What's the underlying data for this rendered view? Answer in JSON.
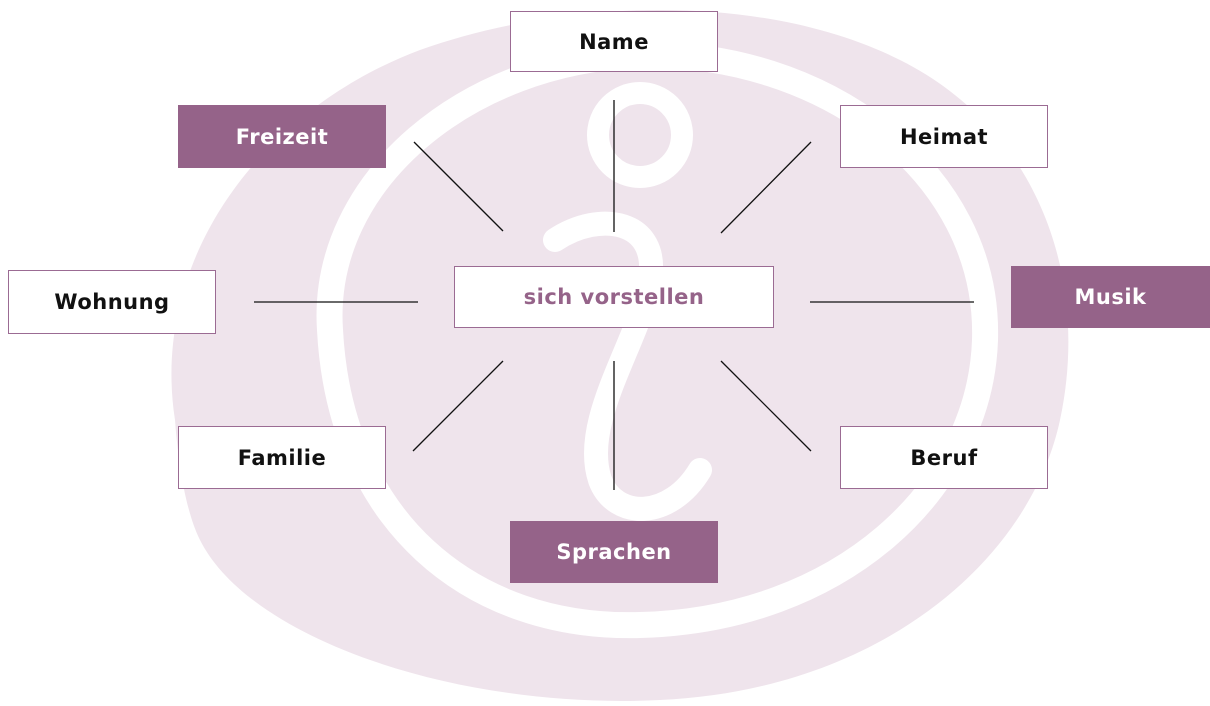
{
  "diagram": {
    "center": "sich vorstellen",
    "nodes": {
      "name": "Name",
      "freizeit": "Freizeit",
      "heimat": "Heimat",
      "wohnung": "Wohnung",
      "musik": "Musik",
      "familie": "Familie",
      "beruf": "Beruf",
      "sprachen": "Sprachen"
    }
  },
  "colors": {
    "accent": "#956389",
    "border": "#9b6b93",
    "watermark": "#efe4ec",
    "text": "#111111"
  }
}
